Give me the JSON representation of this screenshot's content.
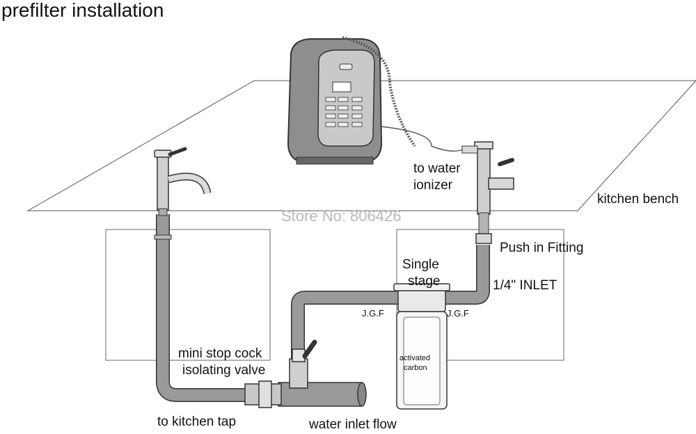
{
  "title": "prefilter installation",
  "watermark": "Store No: 806426",
  "labels": {
    "to_water_ionizer_1": "to water",
    "to_water_ionizer_2": "ionizer",
    "kitchen_bench": "kitchen bench",
    "push_in_fitting": "Push in Fitting",
    "single_stage_1": "Single",
    "single_stage_2": "stage",
    "inlet": "1/4\" INLET",
    "jgf_left": "J.G.F",
    "jgf_right": "J.G.F",
    "activated_1": "activated",
    "activated_2": "carbon",
    "stop_cock_1": "mini stop cock",
    "stop_cock_2": "isolating valve",
    "to_kitchen_tap": "to kitchen tap",
    "water_inlet_flow": "water inlet flow"
  },
  "colors": {
    "pipe": "#9a9a9a",
    "pipe_dark": "#6f6f6f",
    "outline": "#333333",
    "ionizer_body": "#8e8e8e",
    "ionizer_panel": "#c9c9c9",
    "watermark": "#b9b9b9"
  }
}
